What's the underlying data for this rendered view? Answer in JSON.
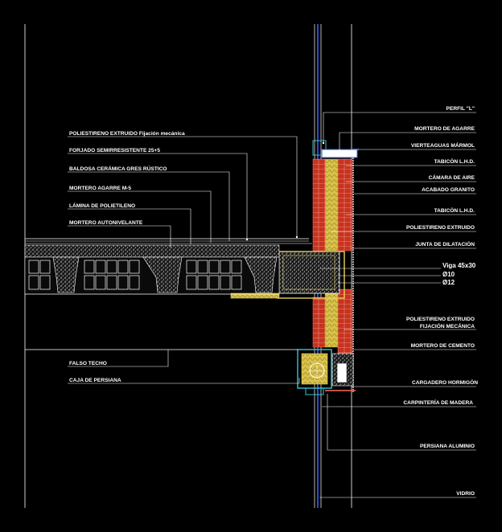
{
  "labels_left": [
    "POLIESTIRENO EXTRUIDO Fijación mecánica",
    "FORJADO SEMIRRESISTENTE 25+5",
    "BALDOSA CERÁMICA GRES RÚSTICO",
    "MORTERO AGARRE M-5",
    "LÁMINA DE POLIETILENO",
    "MORTERO AUTONIVELANTE",
    "FALSO TECHO",
    "CAJA DE PERSIANA"
  ],
  "labels_right": [
    "PERFIL \"L\"",
    "MORTERO DE AGARRE",
    "VIERTEAGUAS MÁRMOL",
    "TABICÓN L.H.D.",
    "CÁMARA DE AIRE",
    "ACABADO GRANITO",
    "TABICÓN L.H.D.",
    "POLIESTIRENO EXTRUIDO",
    "JUNTA DE DILATACIÓN",
    "POLIESTIRENO EXTRUIDO",
    "FIJACIÓN MECÁNICA",
    "MORTERO DE CEMENTO",
    "CARGADERO HORMIGÓN",
    "CARPINTERÍA DE MADERA",
    "PERSIANA ALUMINIO",
    "VIDRIO"
  ],
  "beam_labels": [
    "Viga 45x30",
    "Ø10",
    "Ø12"
  ],
  "colors": {
    "background": "#000000",
    "leader": "#ffffff",
    "brick": "#d23a2a",
    "insulation": "#e6d25a",
    "glass": "#2f5fff",
    "frame": "#34c6d8",
    "concrete": "#f2f2f2"
  }
}
